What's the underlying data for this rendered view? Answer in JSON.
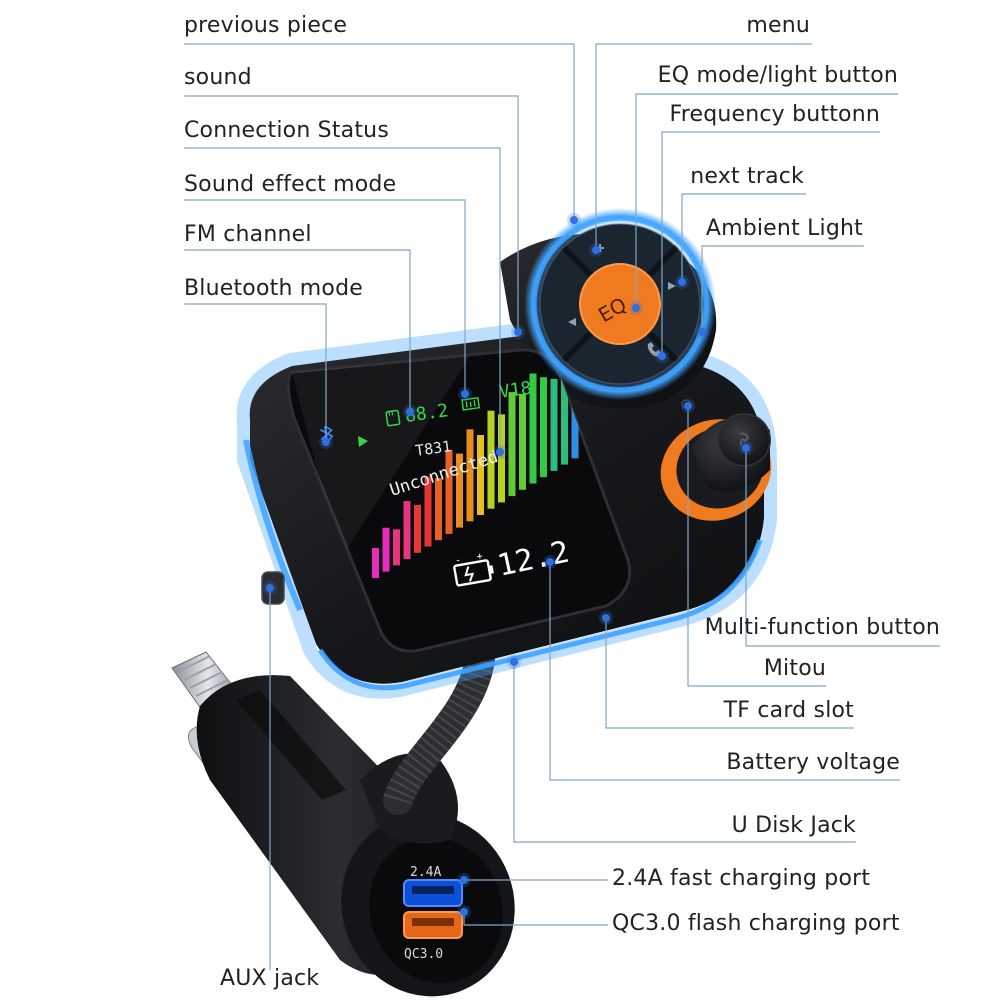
{
  "colors": {
    "leader_line": "#7fa7c9",
    "dot": "#2f6fe0",
    "device_body": "#1c1d20",
    "accent_orange": "#f07a1f",
    "ambient_blue": "#3fa3ff",
    "screen_bg": "#0a0a0c"
  },
  "callouts": {
    "previous_piece": "previous piece",
    "sound": "sound",
    "connection_status": "Connection Status",
    "sound_effect_mode": "Sound effect mode",
    "fm_channel": "FM channel",
    "bluetooth_mode": "Bluetooth mode",
    "menu": "menu",
    "eq_mode_light_button": "EQ mode/light button",
    "frequency_button": "Frequency buttonn",
    "next_track": "next track",
    "ambient_light": "Ambient Light",
    "multi_function_button": "Multi-function button",
    "mitou": "Mitou",
    "tf_card_slot": "TF card slot",
    "battery_voltage": "Battery voltage",
    "u_disk_jack": "U Disk Jack",
    "fast_charging_port": "2.4A fast charging port",
    "qc_charging_port": "QC3.0 flash charging port",
    "aux_jack": "AUX jack"
  },
  "screen": {
    "frequency": "88.2",
    "volume": "V18",
    "model": "T831",
    "status": "Unconnected",
    "voltage": "12.2"
  },
  "device": {
    "eq_button_label": "EQ",
    "port_top_label": "2.4A",
    "port_bottom_label": "QC3.0"
  },
  "icons": [
    "bluetooth-icon",
    "play-icon",
    "sd-card-icon",
    "eq-mode-icon",
    "battery-icon",
    "menu-icon",
    "previous-icon",
    "next-icon",
    "phone-icon",
    "microphone-icon"
  ]
}
